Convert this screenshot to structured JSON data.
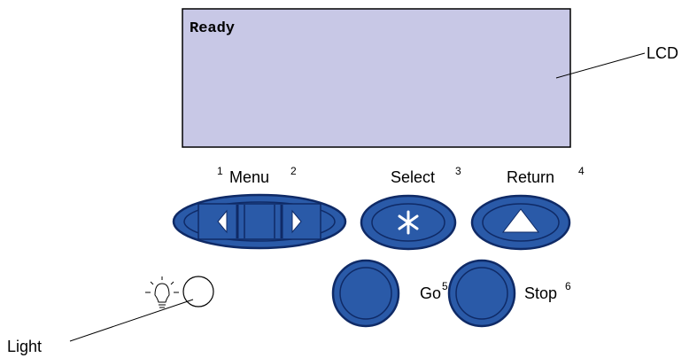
{
  "lcd": {
    "text": "Ready",
    "label": "LCD",
    "color": "#c8c8e6"
  },
  "buttons": {
    "menu": {
      "label": "Menu",
      "left_num": "1",
      "right_num": "2"
    },
    "select": {
      "label": "Select",
      "num": "3"
    },
    "return": {
      "label": "Return",
      "num": "4"
    },
    "go": {
      "label": "Go",
      "num": "5"
    },
    "stop": {
      "label": "Stop",
      "num": "6"
    }
  },
  "light": {
    "label": "Light",
    "icon": "lightbulb-icon"
  },
  "colors": {
    "button_fill": "#2a5aa8",
    "button_outline": "#0f2a66",
    "accent": "#ffffff"
  }
}
